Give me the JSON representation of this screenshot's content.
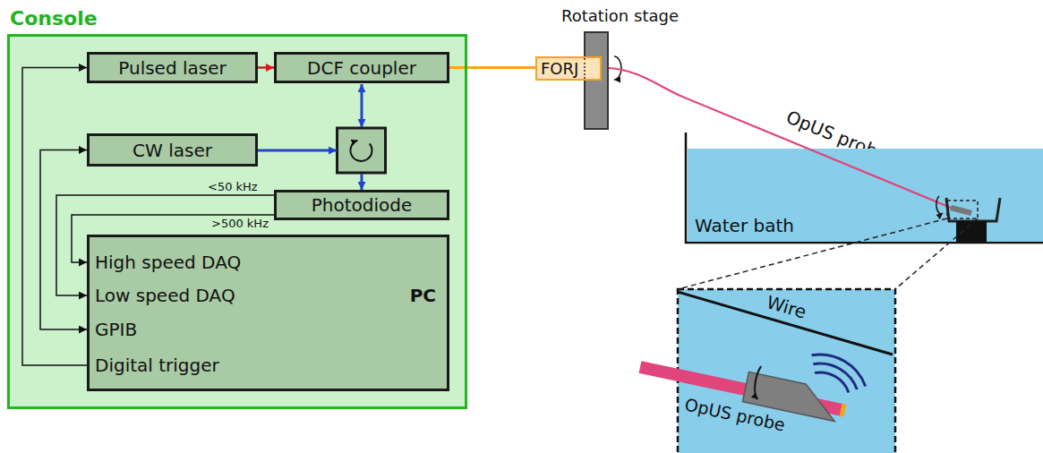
{
  "diagram": {
    "nodes": [
      {
        "text": [
          "Console"
        ]
      },
      {
        "text": [
          "Pulsed laser"
        ],
        "in": 0
      },
      {
        "text": [
          "DCF coupler"
        ],
        "in": 0
      },
      {
        "text": [
          "CW laser"
        ],
        "in": 0
      },
      {
        "text": [
          "Photodiode"
        ],
        "in": 0
      },
      {
        "text": [
          "High speed DAQ",
          "Low speed DAQ",
          "GPIB",
          "Digital trigger",
          "PC"
        ],
        "in": 0
      },
      {
        "text": [
          "Rotation stage"
        ]
      },
      {
        "text": [
          "FORJ"
        ]
      },
      {
        "text": [
          "Water bath"
        ]
      }
    ],
    "edges": [
      {
        "from": 1,
        "to": 2,
        "arrow": "to"
      },
      {
        "from": 2,
        "to": 7,
        "arrow": "none"
      },
      {
        "from": 4,
        "to": 5,
        "label": "<50 kHz",
        "arrow": "to"
      },
      {
        "from": 4,
        "to": 5,
        "label": ">500 kHz",
        "arrow": "to"
      },
      {
        "from": 5,
        "to": 3,
        "arrow": "both"
      },
      {
        "from": 5,
        "to": 1,
        "arrow": "to"
      }
    ],
    "labels": [
      "OpUS probe",
      "Wire",
      "OpUS probe"
    ]
  }
}
